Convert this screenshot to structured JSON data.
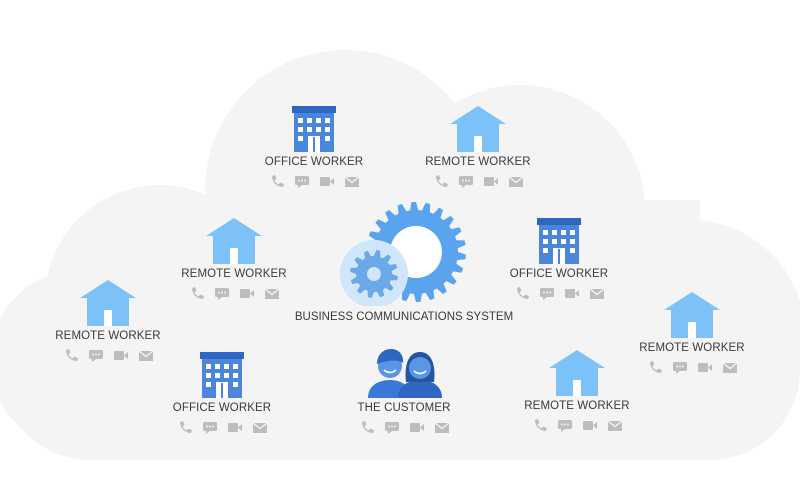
{
  "colors": {
    "cloud": "#f4f4f4",
    "office_building": "#4a86dc",
    "office_roof": "#2f66c4",
    "house": "#7cc1f7",
    "gear_large": "#5aa3ee",
    "gear_small": "#6aa8e8",
    "gear_circle": "#cfe6fb",
    "person": "#3a77d6",
    "comm_icon": "#bdbdbd",
    "label_text": "#3a3a3a"
  },
  "center": {
    "label": "BUSINESS COMMUNICATIONS SYSTEM",
    "icon": "gears-icon"
  },
  "customer": {
    "label": "THE CUSTOMER",
    "icon": "customers-icon"
  },
  "nodes": [
    {
      "type": "office",
      "label": "OFFICE WORKER"
    },
    {
      "type": "remote",
      "label": "REMOTE WORKER"
    },
    {
      "type": "remote",
      "label": "REMOTE WORKER"
    },
    {
      "type": "office",
      "label": "OFFICE WORKER"
    },
    {
      "type": "remote",
      "label": "REMOTE WORKER"
    },
    {
      "type": "remote",
      "label": "REMOTE WORKER"
    },
    {
      "type": "office",
      "label": "OFFICE WORKER"
    },
    {
      "type": "remote",
      "label": "REMOTE WORKER"
    }
  ],
  "comm_channels": [
    "phone-icon",
    "chat-icon",
    "video-icon",
    "email-icon"
  ]
}
